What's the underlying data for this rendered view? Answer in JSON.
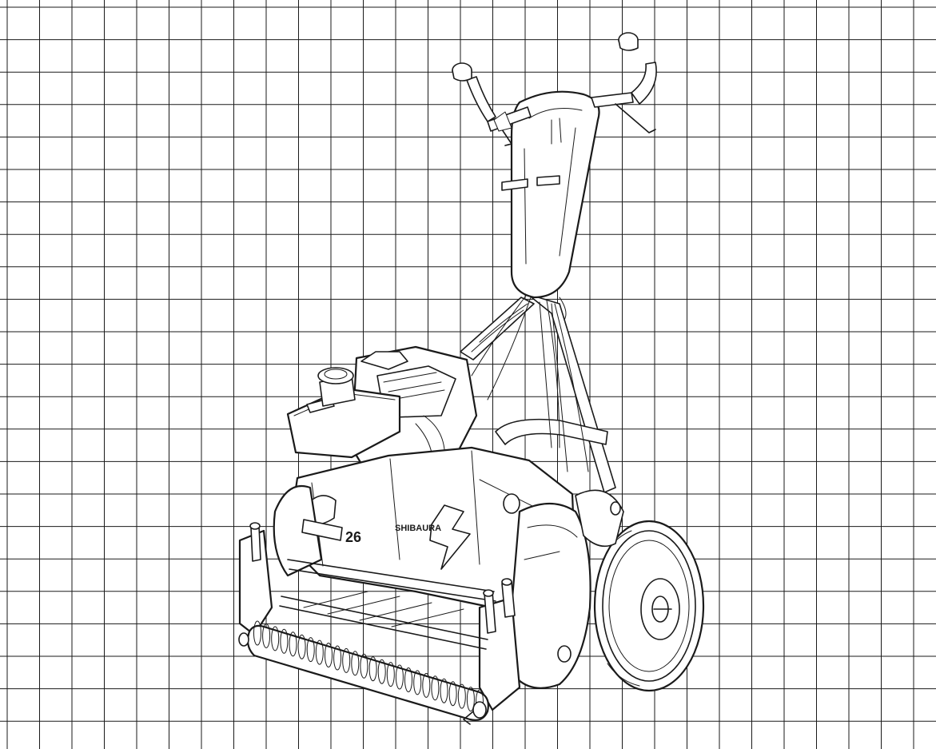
{
  "illustration": {
    "subject": "walk-behind-reel-mower-icon",
    "model_number": "26",
    "brand_decal": "SHIBAURA",
    "ink_color": "#1a1a1a",
    "background_color": "#ffffff",
    "grid_color": "#1a1a1a"
  },
  "grid": {
    "columns": 29,
    "rows": 23
  }
}
